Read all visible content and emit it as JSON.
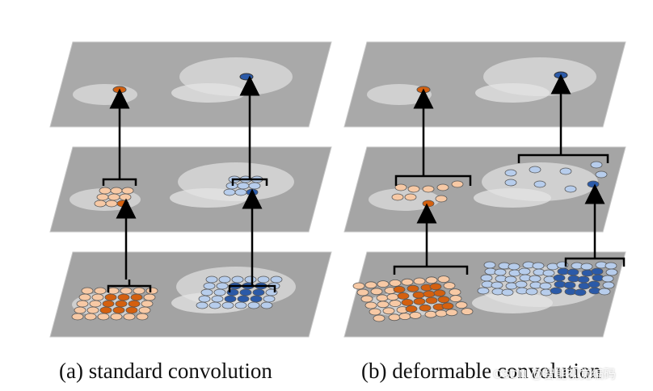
{
  "captions": {
    "a": "(a) standard convolution",
    "b": "(b) deformable convolution"
  },
  "watermark": "CSDN @智能视觉编码",
  "colors": {
    "orange_dark": "#d4600f",
    "orange_light": "#f7c9a5",
    "blue_dark": "#2b5aa8",
    "blue_light": "#b7cdec",
    "plane_fill": "#9b9b9b",
    "arrow": "#000000"
  }
}
